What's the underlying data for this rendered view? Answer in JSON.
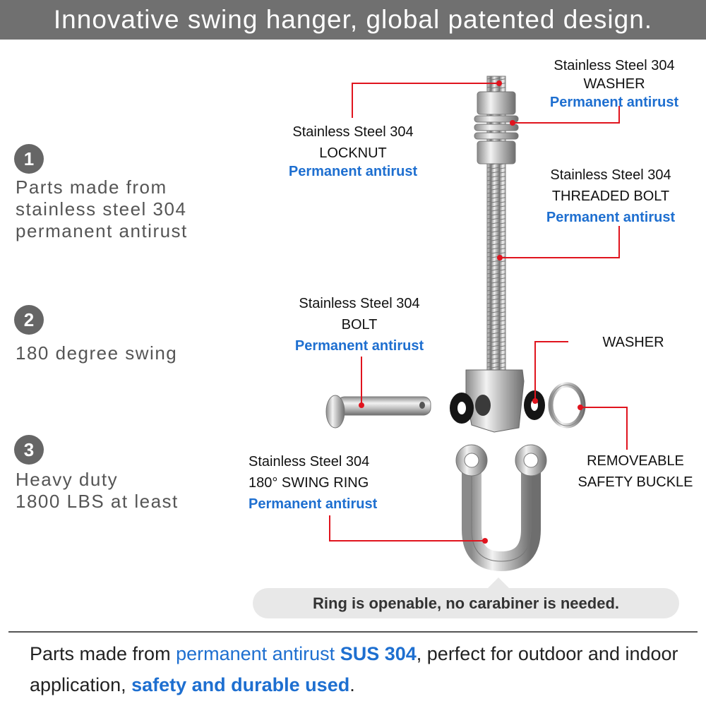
{
  "banner": {
    "title": "Innovative swing hanger, global patented design."
  },
  "features": [
    {
      "num": "1",
      "text": "Parts made from\nstainless steel 304\npermanent antirust"
    },
    {
      "num": "2",
      "text": "180 degree swing"
    },
    {
      "num": "3",
      "text": "Heavy duty\n1800 LBS at least"
    }
  ],
  "labels": {
    "washer_top": {
      "line1": "Stainless Steel 304",
      "line2": "WASHER",
      "line3": "Permanent antirust"
    },
    "locknut": {
      "line1": "Stainless Steel 304",
      "line2": "LOCKNUT",
      "line3": "Permanent antirust"
    },
    "threaded_bolt": {
      "line1": "Stainless Steel 304",
      "line2": "THREADED BOLT",
      "line3": "Permanent antirust"
    },
    "bolt": {
      "line1": "Stainless Steel 304",
      "line2": "BOLT",
      "line3": "Permanent antirust"
    },
    "washer_side": {
      "line1": "WASHER"
    },
    "safety_buckle": {
      "line1": "REMOVEABLE",
      "line2": "SAFETY BUCKLE"
    },
    "ring": {
      "line1": "Stainless Steel 304",
      "line2": "180° SWING  RING",
      "line3": "Permanent antirust"
    }
  },
  "callout": {
    "text": "Ring is openable, no carabiner is needed."
  },
  "bottom": {
    "part1": "Parts made from ",
    "part2": "permanent antirust",
    "part3": " ",
    "part4": "SUS 304",
    "part5": ", perfect for outdoor and indoor application, ",
    "part6": "safety and durable used",
    "part7": "."
  },
  "colors": {
    "accent_blue": "#1e6fd0",
    "leader_red": "#e0141e",
    "banner_gray": "#707070"
  }
}
